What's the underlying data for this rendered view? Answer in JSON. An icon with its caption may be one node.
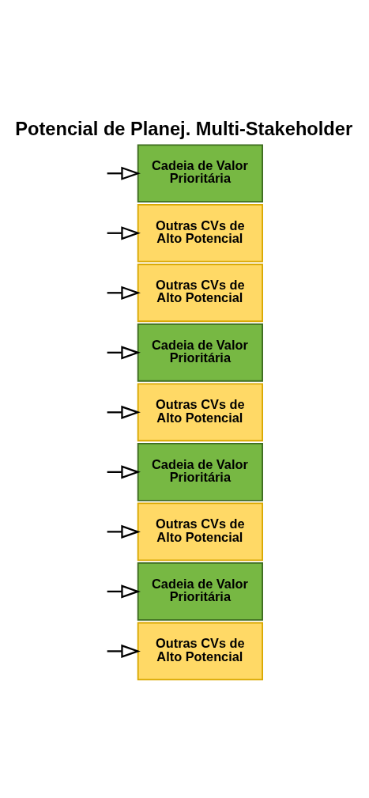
{
  "diagram": {
    "title": "Potencial de Planej. Multi-Stakeholder",
    "nodes": [
      {
        "text": [
          "Cadeia de Valor Prioritária"
        ]
      },
      {
        "text": [
          "Outras CVs de Alto Potencial"
        ]
      },
      {
        "text": [
          "Outras CVs de Alto Potencial"
        ]
      },
      {
        "text": [
          "Cadeia de Valor Prioritária"
        ]
      },
      {
        "text": [
          "Outras CVs de Alto Potencial"
        ]
      },
      {
        "text": [
          "Cadeia de Valor Prioritária"
        ]
      },
      {
        "text": [
          "Outras CVs de Alto Potencial"
        ]
      },
      {
        "text": [
          "Cadeia de Valor Prioritária"
        ]
      },
      {
        "text": [
          "Outras CVs de Alto Potencial"
        ]
      }
    ],
    "edges": [
      {
        "from": null,
        "to": 0,
        "arrow": "to"
      },
      {
        "from": null,
        "to": 1,
        "arrow": "to"
      },
      {
        "from": null,
        "to": 2,
        "arrow": "to"
      },
      {
        "from": null,
        "to": 3,
        "arrow": "to"
      },
      {
        "from": null,
        "to": 4,
        "arrow": "to"
      },
      {
        "from": null,
        "to": 5,
        "arrow": "to"
      },
      {
        "from": null,
        "to": 6,
        "arrow": "to"
      },
      {
        "from": null,
        "to": 7,
        "arrow": "to"
      },
      {
        "from": null,
        "to": 8,
        "arrow": "to"
      }
    ]
  }
}
